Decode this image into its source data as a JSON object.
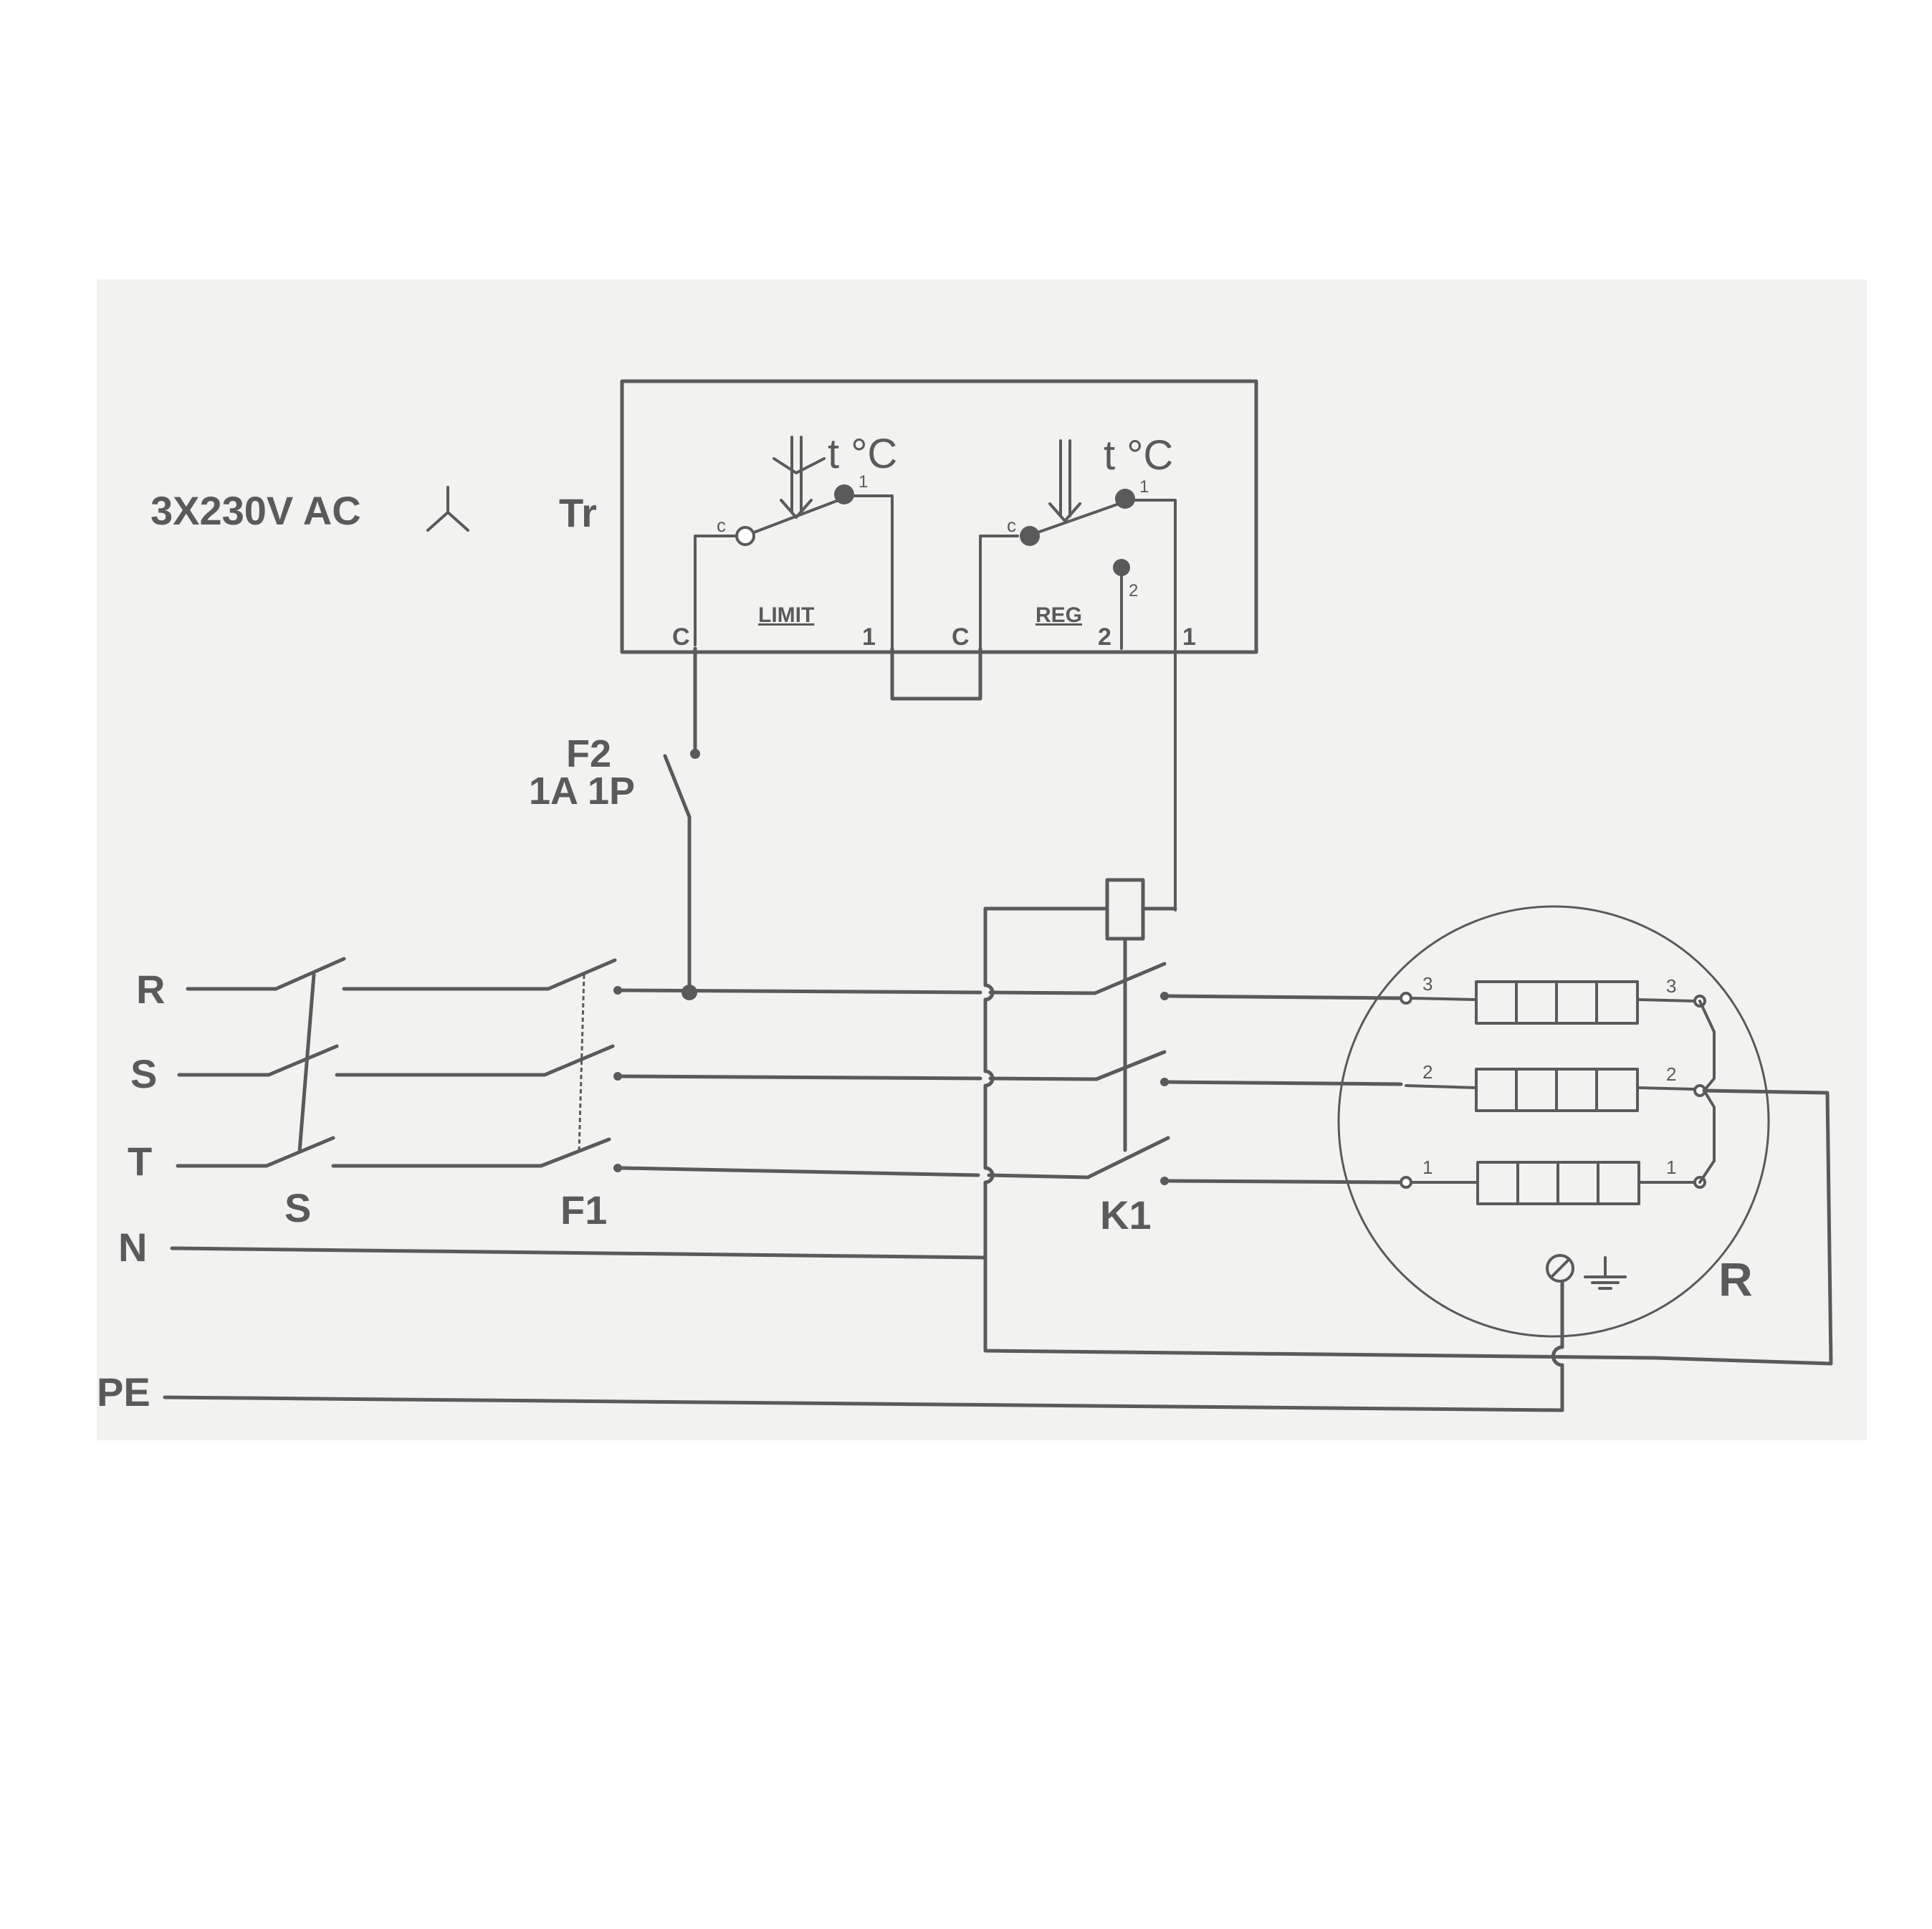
{
  "supply": {
    "label": "3X230V AC",
    "lines": [
      "R",
      "S",
      "T",
      "N",
      "PE"
    ]
  },
  "thermostat": {
    "ref": "Tr",
    "limit": {
      "name": "LIMIT",
      "temp": "t °C",
      "contact_c": "c",
      "contact_1": "1"
    },
    "reg": {
      "name": "REG",
      "temp": "t °C",
      "contact_c": "c",
      "contact_1": "1",
      "contact_2": "2"
    },
    "terminals": [
      "C",
      "1",
      "C",
      "2",
      "1"
    ]
  },
  "components": {
    "main_switch": "S",
    "breaker_f1": "F1",
    "breaker_f2": {
      "ref": "F2",
      "rating": "1A 1P"
    },
    "contactor": "K1",
    "heater": "R"
  },
  "heater_terminals": {
    "left": [
      "3",
      "2",
      "1"
    ],
    "right": [
      "3",
      "2",
      "1"
    ]
  }
}
